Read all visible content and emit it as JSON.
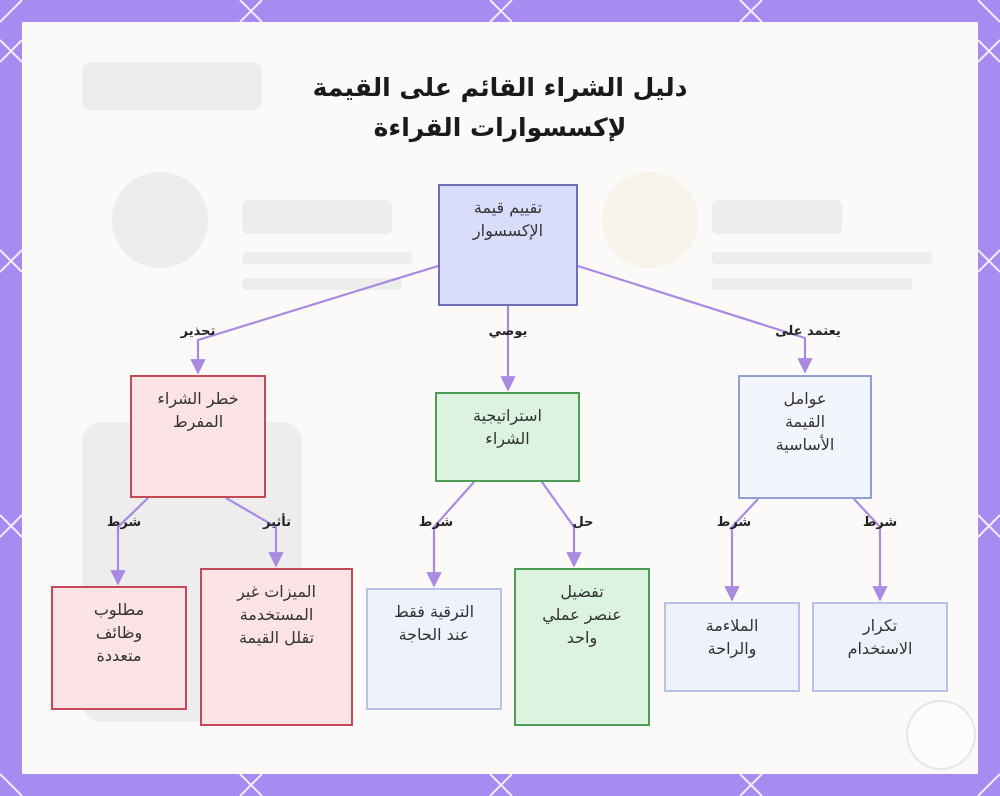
{
  "title_lines": [
    "دليل الشراء القائم على القيمة",
    "لإكسسوارات القراءة"
  ],
  "nodes": {
    "root": "تقييم قيمة\nالإكسسوار",
    "core_factors": "عوامل\nالقيمة\nالأساسية",
    "strategy": "استراتيجية\nالشراء",
    "overbuy_risk": "خطر الشراء\nالمفرط",
    "frequency": "تكرار\nالاستخدام",
    "comfort": "الملاءمة\nوالراحة",
    "single_item": "تفضيل\nعنصر عملي\nواحد",
    "upgrade": "الترقية فقط\nعند الحاجة",
    "unused_features": "الميزات غير\nالمستخدمة\nتقلل القيمة",
    "multi_function": "مطلوب\nوظائف\nمتعددة"
  },
  "edge_labels": {
    "depends_on": "يعتمد على",
    "recommends": "يوصي",
    "warning": "تحذير",
    "condition": "شرط",
    "solution": "حل",
    "effect": "تأثير"
  },
  "colors": {
    "frame": "#a78bf0",
    "edge": "#a98ae0",
    "root_fill": "#d9dcfb",
    "green_fill": "#dcf4df",
    "red_fill": "#fbe3e6"
  }
}
